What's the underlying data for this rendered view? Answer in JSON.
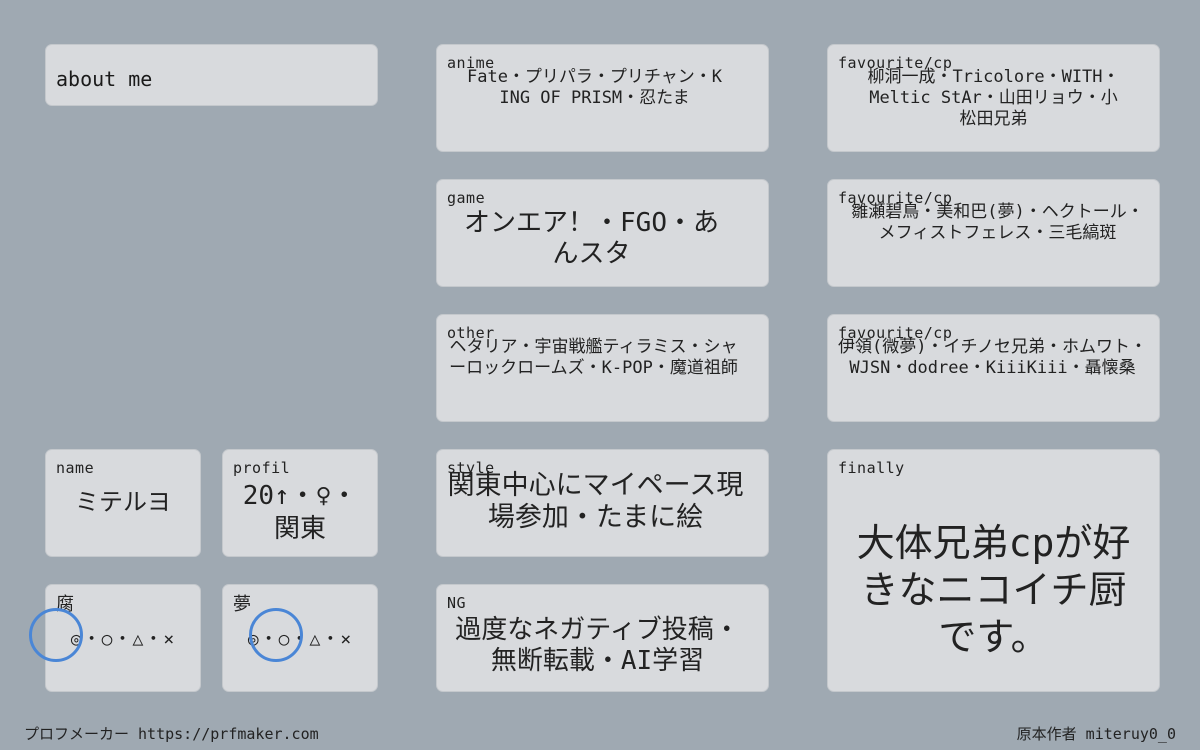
{
  "about": {
    "text": "about me"
  },
  "anime": {
    "label": "anime",
    "text": "Fate・プリパラ・プリチャン・KING OF PRISM・忍たま"
  },
  "game": {
    "label": "game",
    "text": "オンエア！・FGO・あんスタ"
  },
  "other": {
    "label": "other",
    "text": "ヘタリア・宇宙戦艦ティラミス・シャーロックロームズ・K-POP・魔道祖師"
  },
  "style": {
    "label": "style",
    "text": "関東中心にマイペース現場参加・たまに絵"
  },
  "ng": {
    "label": "NG",
    "text": "過度なネガティブ投稿・無断転載・AI学習"
  },
  "fav1": {
    "label": "favourite/cp",
    "text": "柳洞一成・Tricolore・WITH・Meltic StAr・山田リョウ・小松田兄弟"
  },
  "fav2": {
    "label": "favourite/cp",
    "text": "雛瀬碧鳥・美和巴(夢)・ヘクトール・メフィストフェレス・三毛縞斑"
  },
  "fav3": {
    "label": "favourite/cp",
    "text": "伊領(微夢)・イチノセ兄弟・ホムワト・WJSN・dodree・KiiiKiii・聶懐桑"
  },
  "name": {
    "label": "name",
    "value": "ミテルヨ"
  },
  "profil": {
    "label": "profil",
    "value": "20↑・♀・関東"
  },
  "fu": {
    "label": "腐",
    "options": "◎・○・△・×",
    "selected": "◎"
  },
  "yume": {
    "label": "夢",
    "options": "◎・○・△・×",
    "selected": "○"
  },
  "finally": {
    "label": "finally",
    "text": "大体兄弟cpが好きなニコイチ厨です。"
  },
  "footer": {
    "left": "プロフメーカー https://prfmaker.com",
    "right": "原本作者 miteruy0_0"
  },
  "colors": {
    "background": "#9fa9b2",
    "card": "#d8dadd",
    "circle": "#4a86d6"
  }
}
